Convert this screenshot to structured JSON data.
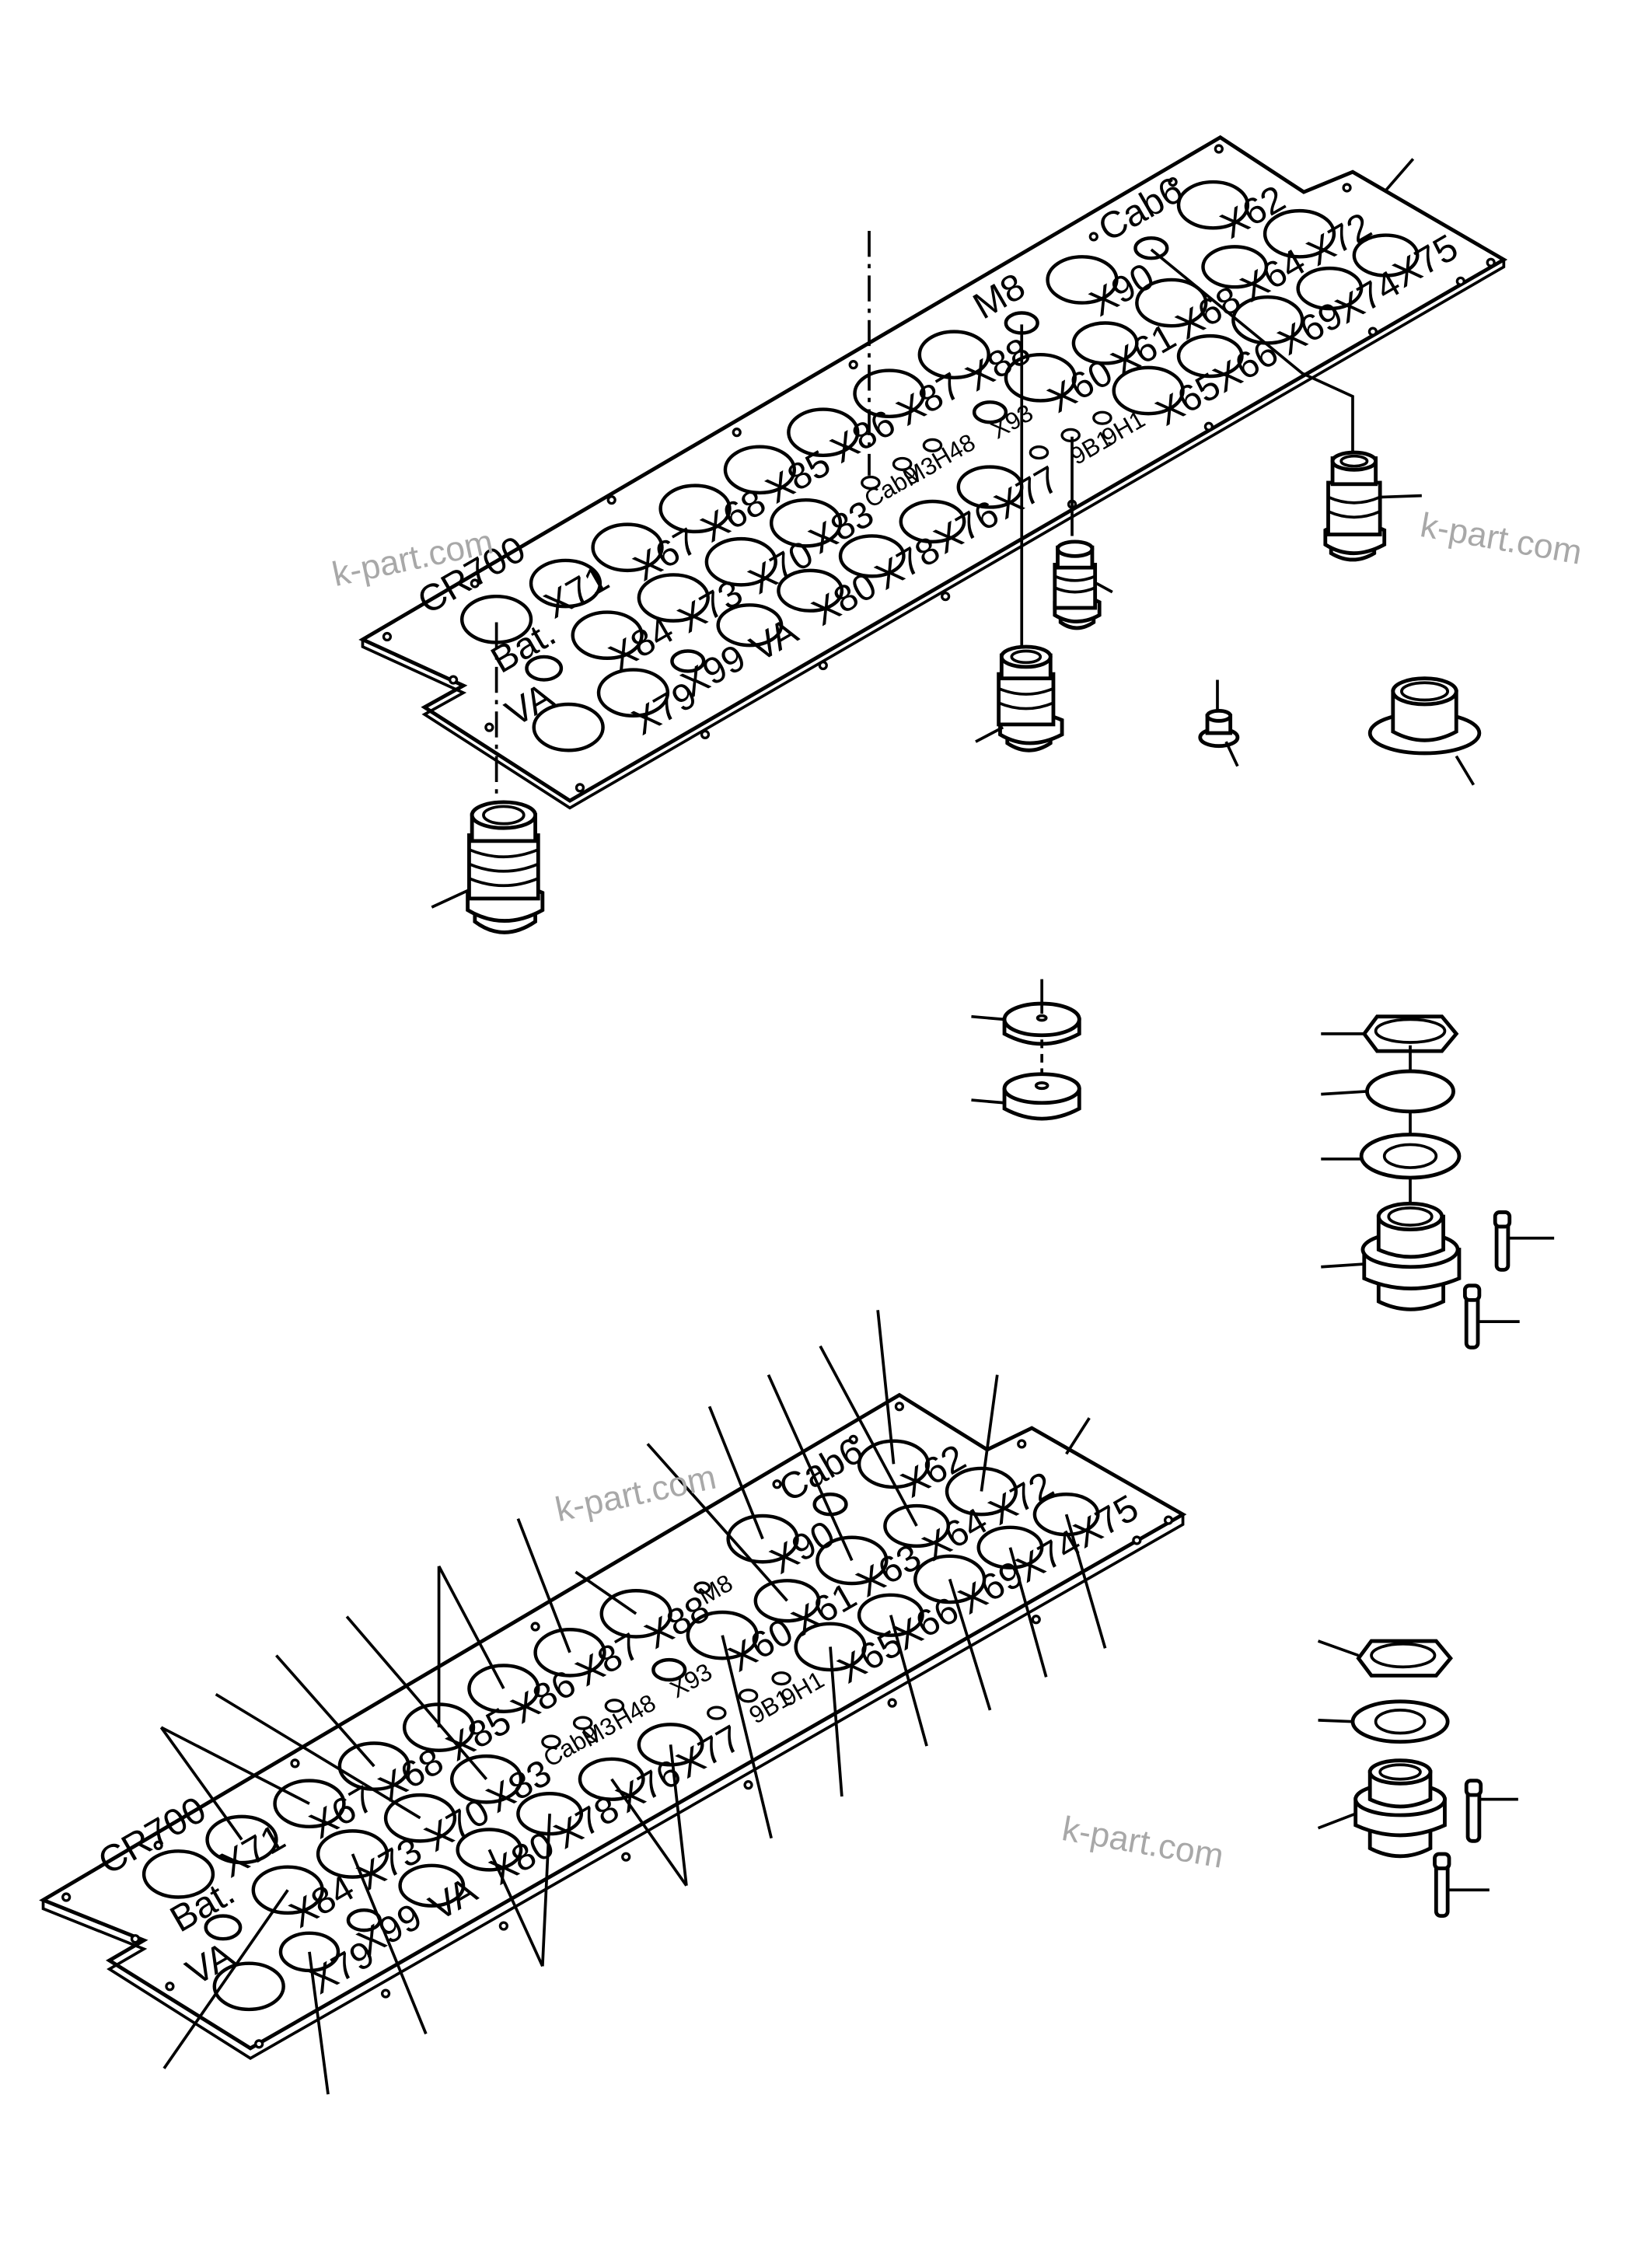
{
  "watermark": "k-part.com",
  "top_plate": {
    "labels": [
      {
        "id": "CR700",
        "text": "CR700"
      },
      {
        "id": "Bat",
        "text": "Bat."
      },
      {
        "id": "VA1",
        "text": "VA"
      },
      {
        "id": "X71",
        "text": "X71"
      },
      {
        "id": "X84",
        "text": "X84"
      },
      {
        "id": "X79",
        "text": "X79"
      },
      {
        "id": "X67",
        "text": "X67"
      },
      {
        "id": "X73",
        "text": "X73"
      },
      {
        "id": "X99",
        "text": "X99"
      },
      {
        "id": "X68a",
        "text": "X68"
      },
      {
        "id": "X70",
        "text": "X70"
      },
      {
        "id": "VA2",
        "text": "VA"
      },
      {
        "id": "X85",
        "text": "X85"
      },
      {
        "id": "X83",
        "text": "X83"
      },
      {
        "id": "X80",
        "text": "X80"
      },
      {
        "id": "X86",
        "text": "X86"
      },
      {
        "id": "X78",
        "text": "X78"
      },
      {
        "id": "X87",
        "text": "X87"
      },
      {
        "id": "X76",
        "text": "X76"
      },
      {
        "id": "X88",
        "text": "X88"
      },
      {
        "id": "X77",
        "text": "X77"
      },
      {
        "id": "X93",
        "text": "X93"
      },
      {
        "id": "M8",
        "text": "M8"
      },
      {
        "id": "X60",
        "text": "X60"
      },
      {
        "id": "X90",
        "text": "X90"
      },
      {
        "id": "X61",
        "text": "X61"
      },
      {
        "id": "X65",
        "text": "X65"
      },
      {
        "id": "Cab6",
        "text": "Cab6"
      },
      {
        "id": "X68b",
        "text": "X68"
      },
      {
        "id": "X66",
        "text": "X66"
      },
      {
        "id": "X62",
        "text": "X62"
      },
      {
        "id": "X64",
        "text": "X64"
      },
      {
        "id": "X69",
        "text": "X69"
      },
      {
        "id": "X72",
        "text": "X72"
      },
      {
        "id": "X74",
        "text": "X74"
      },
      {
        "id": "X75",
        "text": "X75"
      },
      {
        "id": "Cab9",
        "text": "Cab9"
      },
      {
        "id": "M3",
        "text": "M3"
      },
      {
        "id": "H48",
        "text": "H48"
      },
      {
        "id": "9B1",
        "text": "9B1"
      },
      {
        "id": "9H1",
        "text": "9H1"
      }
    ]
  },
  "bottom_plate": {
    "labels": [
      {
        "id": "CR700",
        "text": "CR700"
      },
      {
        "id": "Bat",
        "text": "Bat."
      },
      {
        "id": "VA1",
        "text": "VA"
      },
      {
        "id": "X71",
        "text": "X71"
      },
      {
        "id": "X84",
        "text": "X84"
      },
      {
        "id": "X79",
        "text": "X79"
      },
      {
        "id": "X67",
        "text": "X67"
      },
      {
        "id": "X73",
        "text": "X73"
      },
      {
        "id": "X99",
        "text": "X99"
      },
      {
        "id": "X68a",
        "text": "X68"
      },
      {
        "id": "X70",
        "text": "X70"
      },
      {
        "id": "VA2",
        "text": "VA"
      },
      {
        "id": "X85",
        "text": "X85"
      },
      {
        "id": "X83",
        "text": "X83"
      },
      {
        "id": "X80",
        "text": "X80"
      },
      {
        "id": "X86",
        "text": "X86"
      },
      {
        "id": "X78",
        "text": "X78"
      },
      {
        "id": "X87",
        "text": "X87"
      },
      {
        "id": "X76",
        "text": "X76"
      },
      {
        "id": "X88",
        "text": "X88"
      },
      {
        "id": "X77",
        "text": "X77"
      },
      {
        "id": "X93",
        "text": "X93"
      },
      {
        "id": "M8",
        "text": "M8"
      },
      {
        "id": "X60",
        "text": "X60"
      },
      {
        "id": "X90",
        "text": "X90"
      },
      {
        "id": "X61",
        "text": "X61"
      },
      {
        "id": "X65",
        "text": "X65"
      },
      {
        "id": "Cab6",
        "text": "Cab6"
      },
      {
        "id": "X63",
        "text": "X63"
      },
      {
        "id": "X66",
        "text": "X66"
      },
      {
        "id": "X62",
        "text": "X62"
      },
      {
        "id": "X64",
        "text": "X64"
      },
      {
        "id": "X69",
        "text": "X69"
      },
      {
        "id": "X72",
        "text": "X72"
      },
      {
        "id": "X74",
        "text": "X74"
      },
      {
        "id": "X75",
        "text": "X75"
      },
      {
        "id": "Cab9",
        "text": "Cab9"
      },
      {
        "id": "M3",
        "text": "M3"
      },
      {
        "id": "H48",
        "text": "H48"
      },
      {
        "id": "9B1",
        "text": "9B1"
      },
      {
        "id": "9H1",
        "text": "9H1"
      }
    ]
  }
}
